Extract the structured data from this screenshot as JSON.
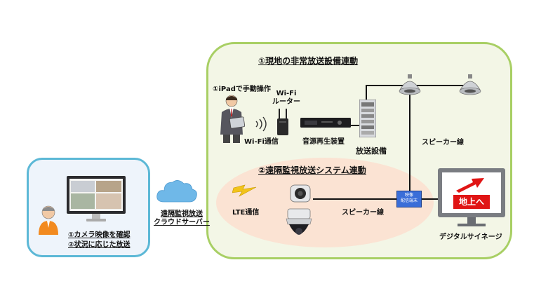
{
  "panels": {
    "site_title": "①現地の非常放送設備連動",
    "remote_title": "②遠隔監視放送システム連動"
  },
  "labels": {
    "ipad_operation": "①iPadで手動操作",
    "wifi_router": "Wi-Fi\nルーター",
    "wifi_comm": "Wi-Fi通信",
    "audio_player": "音源再生装置",
    "broadcast_equipment": "放送設備",
    "speaker_line_top": "スピーカー線",
    "lte_comm": "LTE通信",
    "speaker_line_bottom": "スピーカー線",
    "video_terminal": "映像\n配信端末",
    "digital_signage": "デジタルサイネージ",
    "signage_text": "地上へ",
    "cloud_server": "遠隔監視放送\nクラウドサーバー",
    "camera_check": "①カメラ映像を確認",
    "status_broadcast": "②状況に応じた放送"
  },
  "colors": {
    "left_border": "#5cb8d6",
    "right_border": "#a8cf64",
    "oval_fill": "#fbe3d3",
    "signage_red": "#e01515",
    "cloud_blue": "#6fb8e8",
    "terminal_blue": "#3a6ed8"
  },
  "icons": [
    "person-monitor-icon",
    "cloud-icon",
    "businessman-ipad-icon",
    "wifi-signal-icon",
    "router-icon",
    "rack-icon",
    "ceiling-speaker-icon",
    "lightning-icon",
    "camera-icon",
    "dome-camera-icon",
    "video-terminal-icon",
    "signage-monitor-icon"
  ]
}
